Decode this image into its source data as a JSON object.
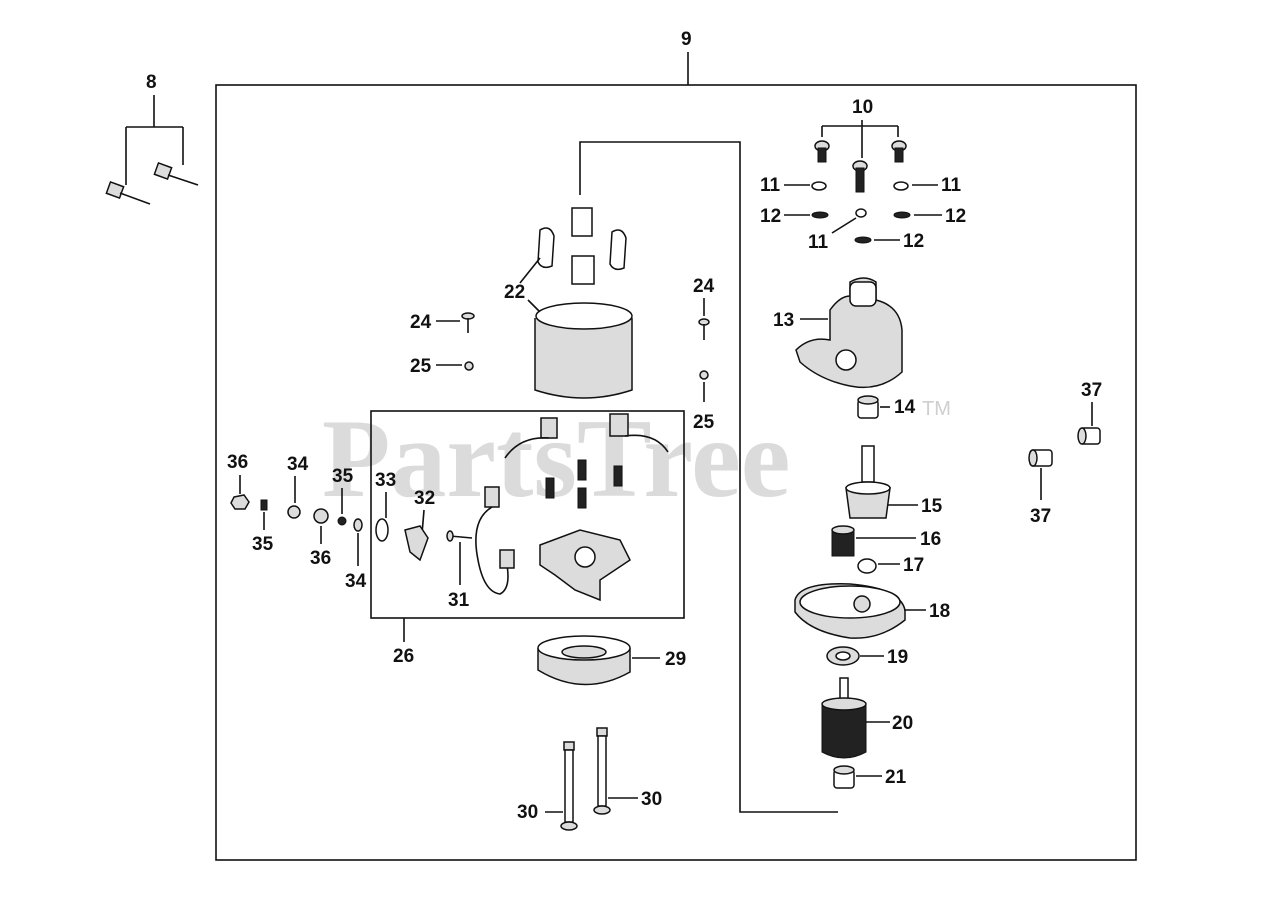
{
  "watermark": {
    "text": "PartsTree",
    "tm": "TM"
  },
  "callouts": {
    "c8": "8",
    "c9": "9",
    "c10": "10",
    "c11a": "11",
    "c11b": "11",
    "c11c": "11",
    "c12a": "12",
    "c12b": "12",
    "c12c": "12",
    "c13": "13",
    "c14": "14",
    "c15": "15",
    "c16": "16",
    "c17": "17",
    "c18": "18",
    "c19": "19",
    "c20": "20",
    "c21": "21",
    "c22": "22",
    "c24a": "24",
    "c24b": "24",
    "c25a": "25",
    "c25b": "25",
    "c26": "26",
    "c29": "29",
    "c30a": "30",
    "c30b": "30",
    "c31": "31",
    "c32": "32",
    "c33": "33",
    "c34a": "34",
    "c34b": "34",
    "c35a": "35",
    "c35b": "35",
    "c36a": "36",
    "c36b": "36",
    "c37a": "37",
    "c37b": "37"
  }
}
